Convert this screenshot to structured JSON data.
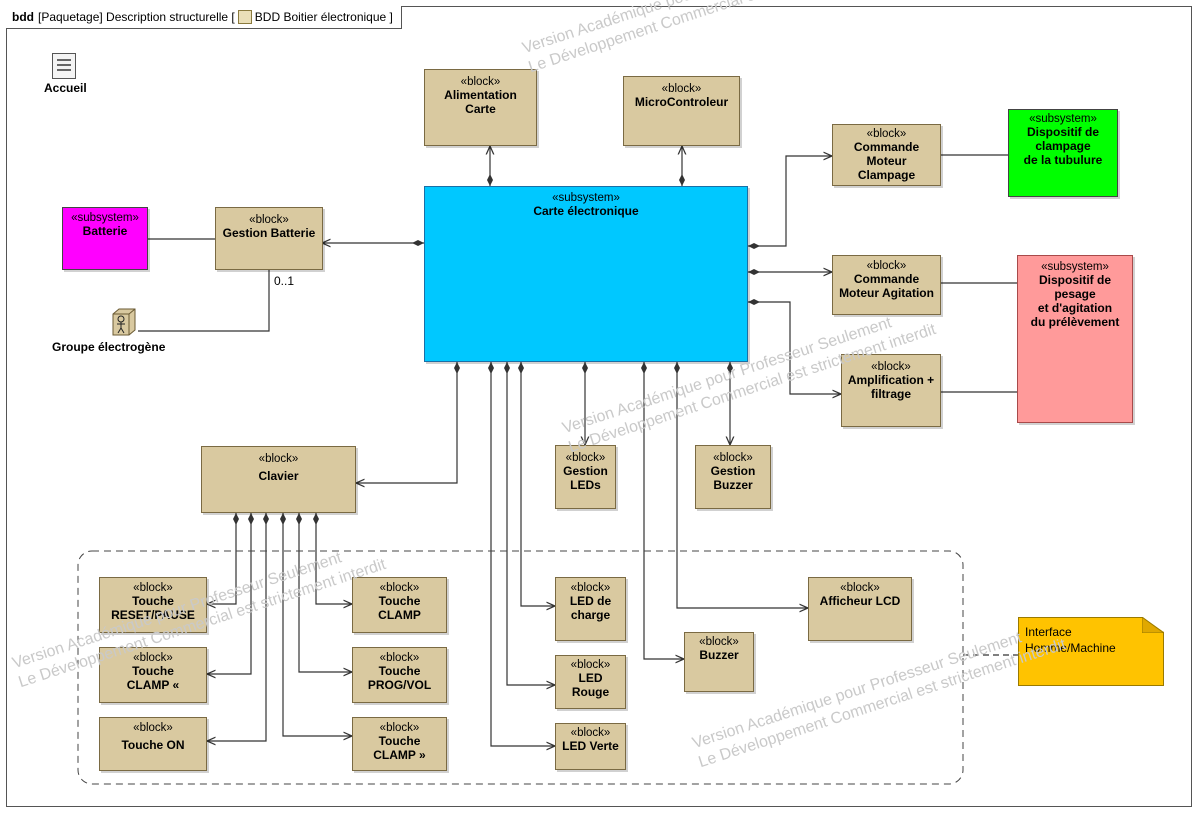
{
  "header": {
    "kind": "bdd",
    "scope": "[Paquetage] Description structurelle [",
    "name": "BDD Boitier électronique",
    "close": "]"
  },
  "accueil": {
    "label": "Accueil"
  },
  "actor": {
    "label": "Groupe électrogène",
    "multiplicity": "0..1"
  },
  "stereotypes": {
    "block": "«block»",
    "subsystem": "«subsystem»"
  },
  "blocks": {
    "alimentation": "Alimentation\nCarte",
    "microcontroleur": "MicroControleur",
    "commande_clampage": "Commande\nMoteur\nClampage",
    "dispositif_clampage": "Dispositif de\nclampage\nde la tubulure",
    "batterie": "Batterie",
    "gestion_batterie": "Gestion Batterie",
    "carte": "Carte électronique",
    "commande_agitation": "Commande\nMoteur Agitation",
    "dispositif_pesage": "Dispositif de\npesage\net d'agitation\ndu prélèvement",
    "amplification": "Amplification +\nfiltrage",
    "gestion_leds": "Gestion\nLEDs",
    "gestion_buzzer": "Gestion\nBuzzer",
    "clavier": "Clavier",
    "touche_reset": "Touche\nRESET/PAUSE",
    "touche_clamp": "Touche\nCLAMP",
    "touche_clamp_left": "Touche\nCLAMP «",
    "touche_prog": "Touche\nPROG/VOL",
    "touche_on": "Touche ON",
    "touche_clamp_right": "Touche\nCLAMP »",
    "led_charge": "LED de\ncharge",
    "led_rouge": "LED\nRouge",
    "led_verte": "LED Verte",
    "buzzer": "Buzzer",
    "afficheur": "Afficheur LCD"
  },
  "note": {
    "text": "Interface\nHomme/Machine"
  },
  "watermarks": [
    "Version Académique pour Professeur Seulement\nLe Développement Commercial est strictement interdit"
  ],
  "colors": {
    "block": "#d9c9a0",
    "batterie": "#ff00ff",
    "carte": "#00c8ff",
    "dispositif_clampage": "#00ff00",
    "dispositif_pesage": "#ff9a9a",
    "note": "#ffc300"
  }
}
